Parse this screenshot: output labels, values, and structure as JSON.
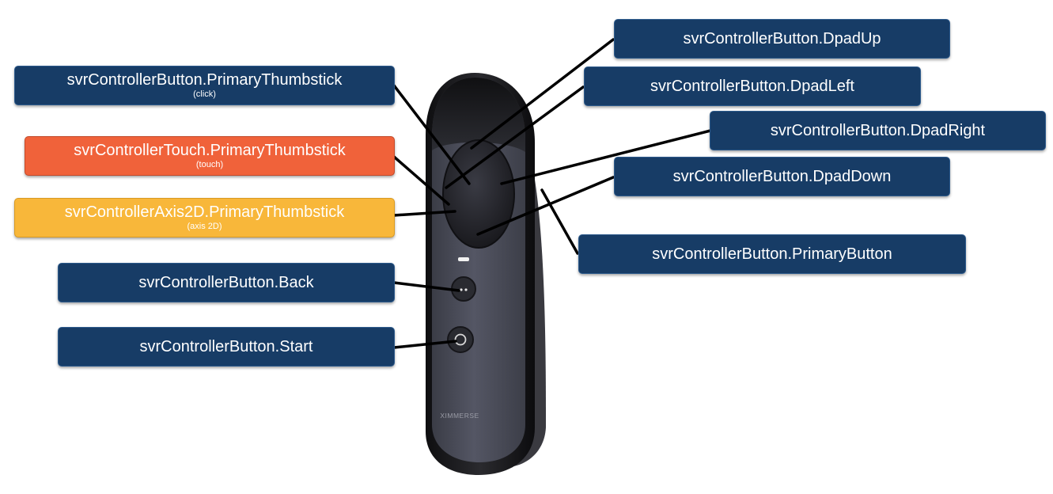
{
  "labels": {
    "primary_thumbstick_click": {
      "main": "svrControllerButton.PrimaryThumbstick",
      "sub": "(click)"
    },
    "primary_thumbstick_touch": {
      "main": "svrControllerTouch.PrimaryThumbstick",
      "sub": "(touch)"
    },
    "primary_thumbstick_axis": {
      "main": "svrControllerAxis2D.PrimaryThumbstick",
      "sub": "(axis 2D)"
    },
    "back": {
      "main": "svrControllerButton.Back"
    },
    "start": {
      "main": "svrControllerButton.Start"
    },
    "dpad_up": {
      "main": "svrControllerButton.DpadUp"
    },
    "dpad_left": {
      "main": "svrControllerButton.DpadLeft"
    },
    "dpad_right": {
      "main": "svrControllerButton.DpadRight"
    },
    "dpad_down": {
      "main": "svrControllerButton.DpadDown"
    },
    "primary_button": {
      "main": "svrControllerButton.PrimaryButton"
    }
  },
  "controller": {
    "brand": "XIMMERSE"
  },
  "colors": {
    "button_label": "#173c66",
    "touch_label": "#f0623a",
    "axis_label": "#f8b73a",
    "controller_body": "#4a4c58",
    "controller_shell": "#1a1a1e"
  }
}
